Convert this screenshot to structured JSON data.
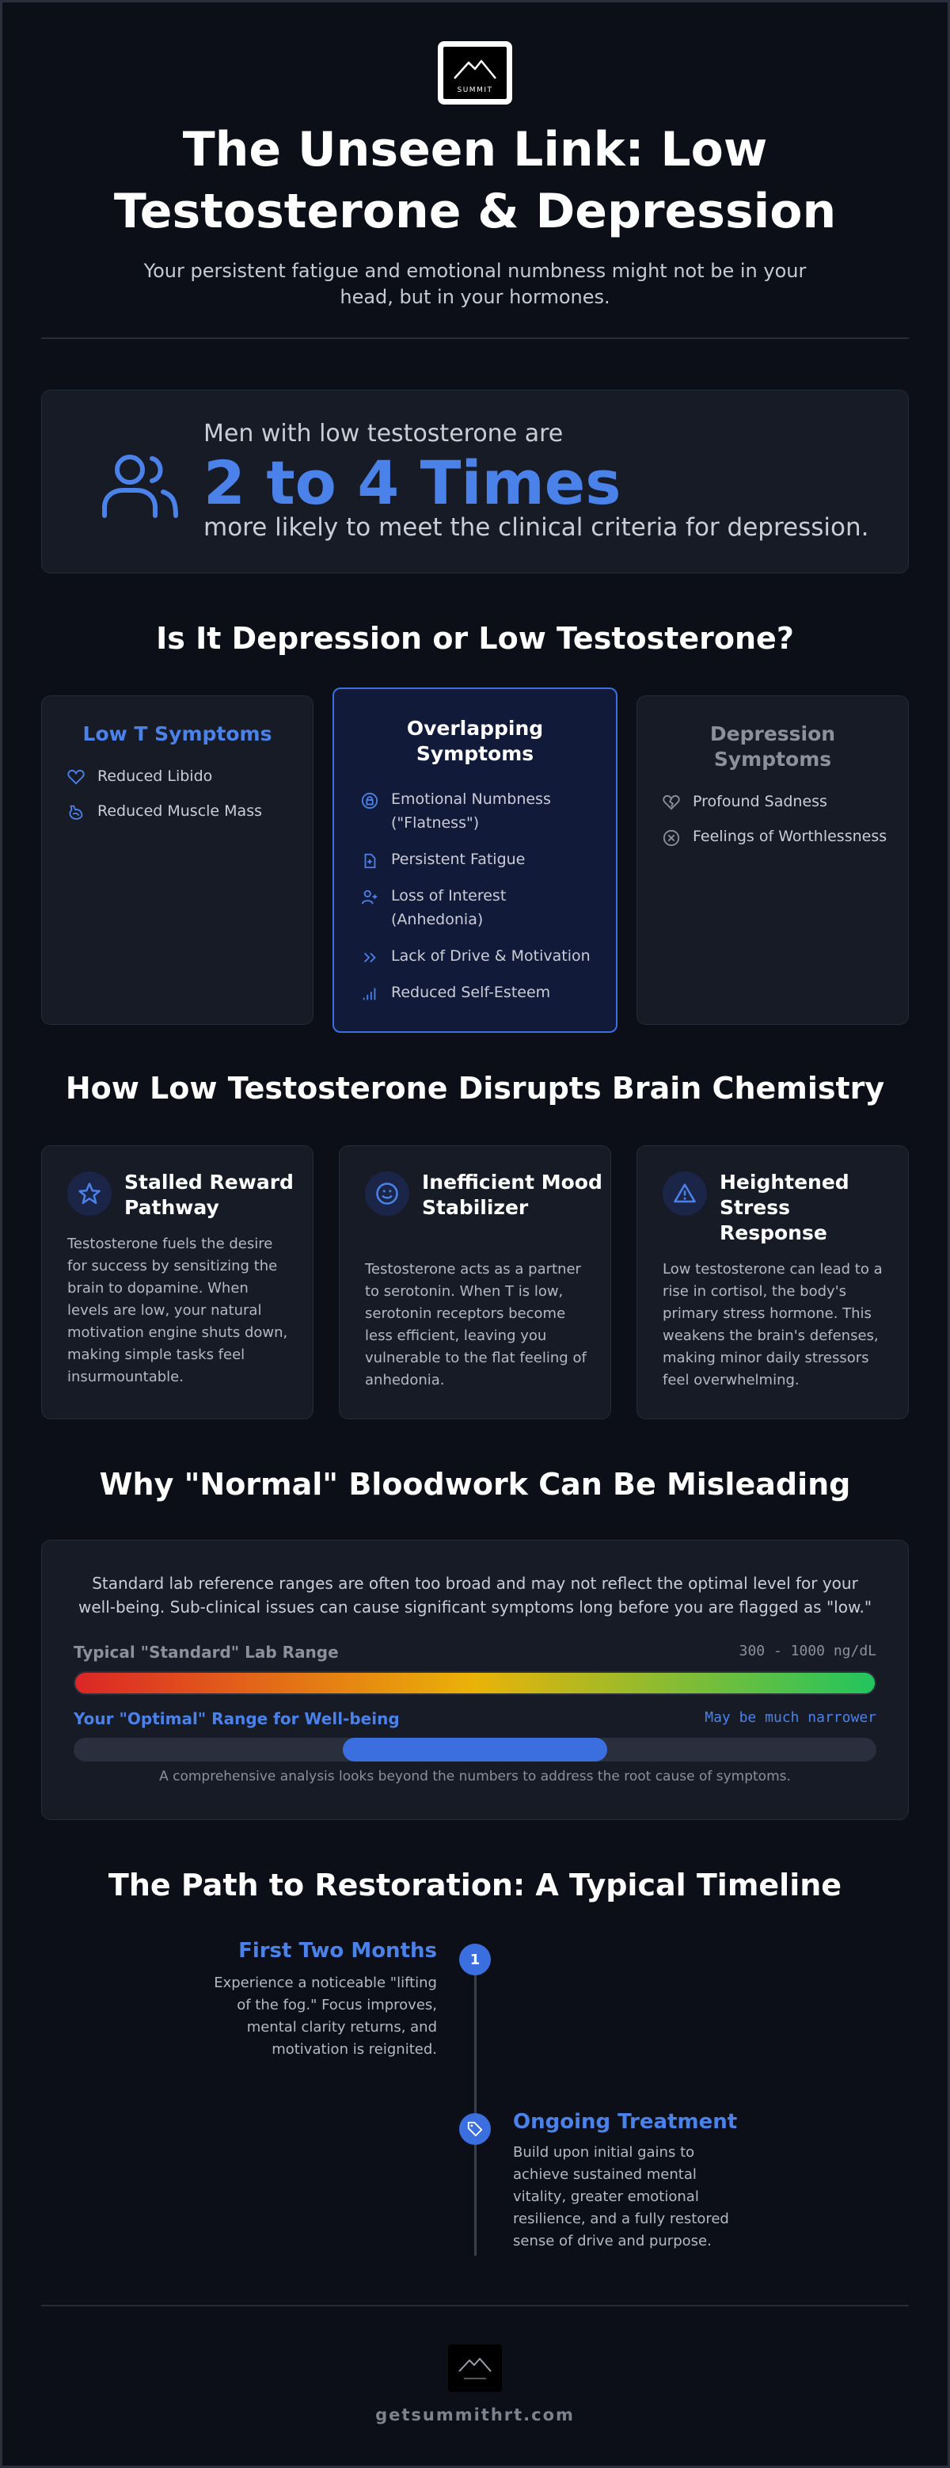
{
  "header": {
    "logo_text": "SUMMIT",
    "title": "The Unseen Link: Low Testosterone & Depression",
    "subtitle": "Your persistent fatigue and emotional numbness might not be in your head, but in your hormones."
  },
  "stat": {
    "icon": "users-icon",
    "pre": "Men with low testosterone are",
    "big": "2 to 4 Times",
    "post": "more likely to meet the clinical criteria for depression."
  },
  "symptoms": {
    "title": "Is It Depression or Low Testosterone?",
    "low_t": {
      "title": "Low T Symptoms",
      "items": [
        {
          "label": "Reduced Libido",
          "icon": "heart-icon"
        },
        {
          "label": "Reduced Muscle Mass",
          "icon": "muscle-icon"
        }
      ]
    },
    "overlap": {
      "title": "Overlapping Symptoms",
      "items": [
        {
          "label": "Emotional Numbness (\"Flatness\")",
          "icon": "lock-face-icon"
        },
        {
          "label": "Persistent Fatigue",
          "icon": "battery-icon"
        },
        {
          "label": "Loss of Interest (Anhedonia)",
          "icon": "user-plus-icon"
        },
        {
          "label": "Lack of Drive & Motivation",
          "icon": "chevrons-right-icon"
        },
        {
          "label": "Reduced Self-Esteem",
          "icon": "signal-icon"
        }
      ]
    },
    "depression": {
      "title": "Depression Symptoms",
      "items": [
        {
          "label": "Profound Sadness",
          "icon": "broken-heart-icon"
        },
        {
          "label": "Feelings of Worthlessness",
          "icon": "x-circle-icon"
        }
      ]
    }
  },
  "brain": {
    "title": "How Low Testosterone Disrupts Brain Chemistry",
    "cards": [
      {
        "title": "Stalled Reward Pathway",
        "icon": "star-icon",
        "text": "Testosterone fuels the desire for success by sensitizing the brain to dopamine. When levels are low, your natural motivation engine shuts down, making simple tasks feel insurmountable."
      },
      {
        "title": "Inefficient Mood Stabilizer",
        "icon": "smile-icon",
        "text": "Testosterone acts as a partner to serotonin. When T is low, serotonin receptors become less efficient, leaving you vulnerable to the flat feeling of anhedonia."
      },
      {
        "title": "Heightened Stress Response",
        "icon": "warning-icon",
        "text": "Low testosterone can lead to a rise in cortisol, the body's primary stress hormone. This weakens the brain's defenses, making minor daily stressors feel overwhelming."
      }
    ]
  },
  "bloodwork": {
    "title": "Why \"Normal\" Bloodwork Can Be Misleading",
    "intro": "Standard lab reference ranges are often too broad and may not reflect the optimal level for your well-being. Sub-clinical issues can cause significant symptoms long before you are flagged as \"low.\"",
    "standard_label": "Typical \"Standard\" Lab Range",
    "standard_value": "300 - 1000 ng/dL",
    "optimal_label": "Your \"Optimal\" Range for Well-being",
    "optimal_value": "May be much narrower",
    "optimal_fraction": [
      0.335,
      0.665
    ],
    "note": "A comprehensive analysis looks beyond the numbers to address the root cause of symptoms.",
    "gradient": [
      "#dc2626",
      "#eab308",
      "#22c55e"
    ]
  },
  "timeline": {
    "title": "The Path to Restoration: A Typical Timeline",
    "steps": [
      {
        "marker": "1",
        "title": "First Two Months",
        "text": "Experience a noticeable \"lifting of the fog.\" Focus improves, mental clarity returns, and motivation is reignited."
      },
      {
        "marker_icon": "tag-icon",
        "title": "Ongoing Treatment",
        "text": "Build upon initial gains to achieve sustained mental vitality, greater emotional resilience, and a fully restored sense of drive and purpose."
      }
    ]
  },
  "footer": {
    "url": "getsummithrt.com"
  },
  "colors": {
    "accent": "#4b82ea",
    "background": "#0c0f17",
    "card": "#161b26"
  }
}
